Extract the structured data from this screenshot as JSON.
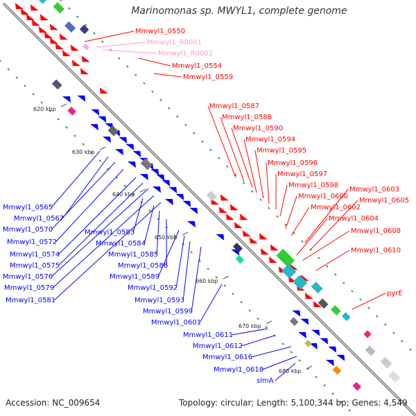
{
  "title": "Marinomonas sp. MWYL1, complete genome",
  "footer": {
    "accession": "Accession: NC_009654",
    "topology": "Topology: circular; Length: 5,100,344 bp; Genes: 4,549"
  },
  "colors": {
    "backbone": "#8c8c8c",
    "forward": "#ff0000",
    "reverse": "#0000ff",
    "rna": "#ff99cc",
    "tick_dot": "#339933"
  },
  "ticks": [
    "620 kbp",
    "630 kbp",
    "640 kbp",
    "650 kbp",
    "660 kbp",
    "670 kbp",
    "680 kbp"
  ],
  "labels_forward": [
    "Mmwyl1_0550",
    "Mmwyl1_R0001",
    "Mmwyl1_R0002",
    "Mmwyl1_0554",
    "Mmwyl1_0559",
    "Mmwyl1_0587",
    "Mmwyl1_0588",
    "Mmwyl1_0590",
    "Mmwyl1_0594",
    "Mmwyl1_0595",
    "Mmwyl1_0596",
    "Mmwyl1_0597",
    "Mmwyl1_0598",
    "Mmwyl1_0600",
    "Mmwyl1_0602",
    "Mmwyl1_0603",
    "Mmwyl1_0605",
    "Mmwyl1_0604",
    "Mmwyl1_0608",
    "Mmwyl1_0610",
    "pyrE"
  ],
  "labels_reverse": [
    "Mmwyl1_0565",
    "Mmwyl1_0567",
    "Mmwyl1_0570",
    "Mmwyl1_0572",
    "Mmwyl1_0574",
    "Mmwyl1_0575",
    "Mmwyl1_0576",
    "Mmwyl1_0579",
    "Mmwyl1_0581",
    "Mmwyl1_0583",
    "Mmwyl1_0584",
    "Mmwyl1_0585",
    "Mmwyl1_0586",
    "Mmwyl1_0589",
    "Mmwyl1_0592",
    "Mmwyl1_0593",
    "Mmwyl1_0599",
    "Mmwyl1_0601",
    "Mmwyl1_0611",
    "Mmwyl1_0612",
    "Mmwyl1_0616",
    "Mmwyl1_0618",
    "slmA"
  ]
}
